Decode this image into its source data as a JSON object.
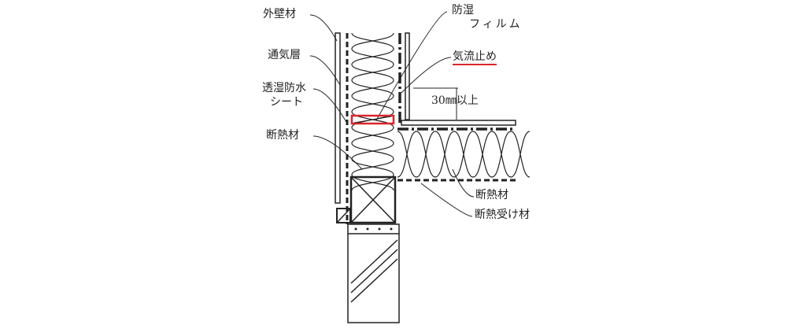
{
  "labels": {
    "exterior_wall": "外壁材",
    "air_layer": "通気層",
    "breathable_sheet_1": "透湿防水",
    "breathable_sheet_2": "シート",
    "insulation_wall": "断熱材",
    "vapor_film_1": "防湿",
    "vapor_film_2": "フィルム",
    "air_stop": "気流止め",
    "dimension": "30㎜以上",
    "insulation_floor": "断熱材",
    "insulation_support": "断熱受け材"
  },
  "colors": {
    "highlight": "#d9262b",
    "line": "#222222"
  }
}
